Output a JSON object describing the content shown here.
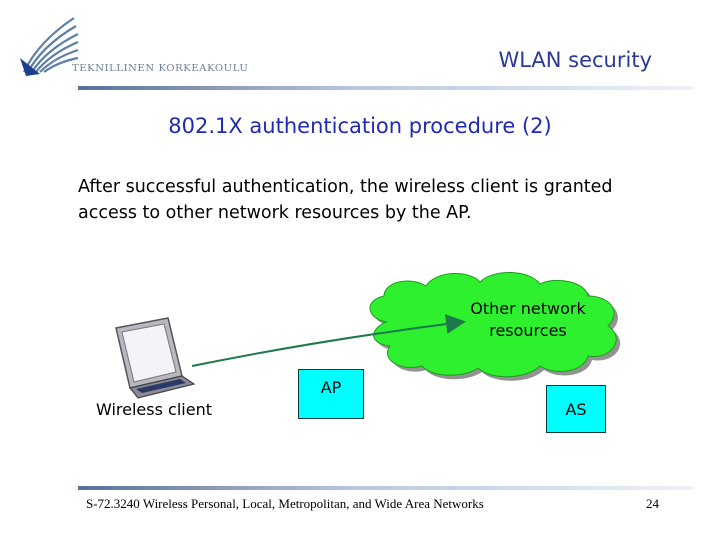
{
  "header": {
    "logo_text": "TEKNILLINEN KORKEAKOULU",
    "title": "WLAN security"
  },
  "slide": {
    "title": "802.1X authentication procedure (2)",
    "body": "After successful authentication, the wireless client is granted access to other network resources by the AP."
  },
  "diagram": {
    "cloud_label": "Other network resources",
    "wireless_client_label": "Wireless client",
    "ap_label": "AP",
    "as_label": "AS"
  },
  "footer": {
    "text": "S-72.3240 Wireless Personal, Local, Metropolitan, and Wide Area Networks",
    "page": "24"
  },
  "colors": {
    "header_title": "#2b3a99",
    "slide_title": "#1f2ab5",
    "cloud": "#2ef02e",
    "box": "#00ffff",
    "arrow": "#1e7a4a"
  },
  "icons": [
    "university-logo-icon",
    "laptop-icon",
    "cloud-shape"
  ]
}
